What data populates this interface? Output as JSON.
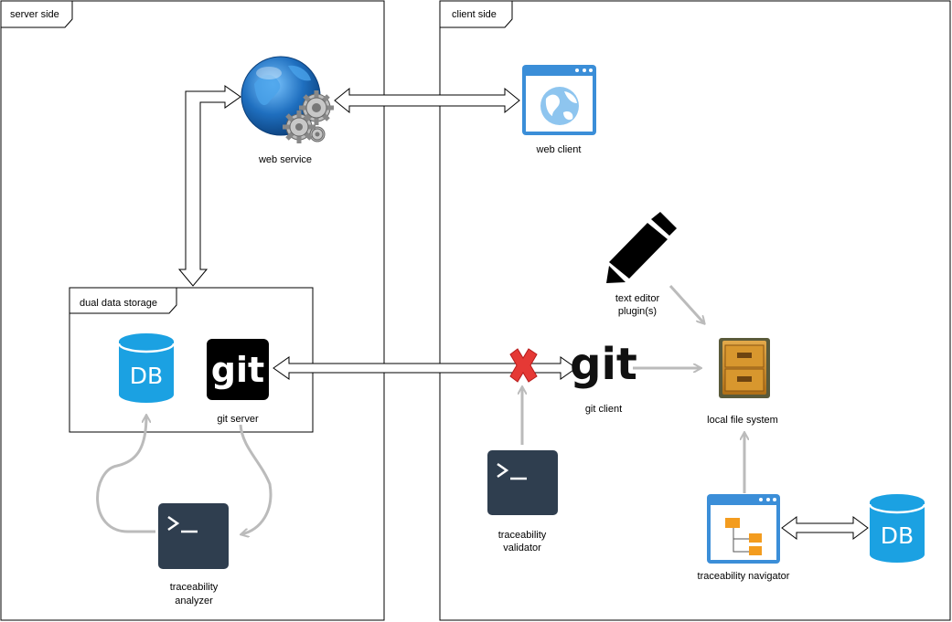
{
  "frames": {
    "server": "server side",
    "client": "client side",
    "storage": "dual data storage"
  },
  "nodes": {
    "web_service": "web service",
    "web_client": "web client",
    "git_server": "git server",
    "git_client": "git client",
    "text_editor_line1": "text editor",
    "text_editor_line2": "plugin(s)",
    "local_fs": "local file system",
    "validator_line1": "traceability",
    "validator_line2": "validator",
    "analyzer_line1": "traceability",
    "analyzer_line2": "analyzer",
    "navigator": "traceability navigator"
  },
  "icon_text": {
    "db": "DB",
    "git": "git",
    "terminal": ">_"
  },
  "colors": {
    "db_blue": "#1ba1e2",
    "terminal_dark": "#2f3e4f",
    "arrow_gray": "#bbbbbb",
    "globe_blue": "#1f6fbf",
    "window_blue": "#3b8ed8",
    "cabinet_orange": "#c9851f",
    "error_red": "#e53935"
  },
  "icons": [
    "globe-gears-icon",
    "browser-window-icon",
    "database-icon",
    "git-logo-icon",
    "terminal-icon",
    "pencil-icon",
    "file-cabinet-icon",
    "error-x-icon",
    "tree-window-icon"
  ]
}
